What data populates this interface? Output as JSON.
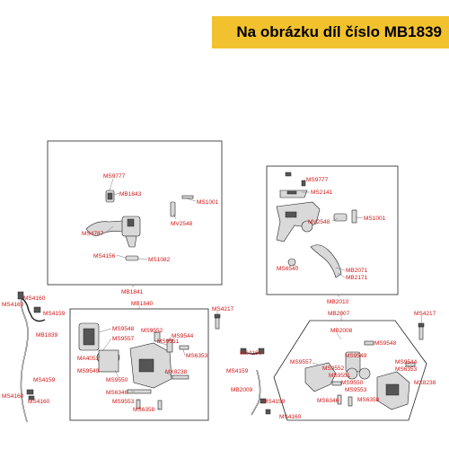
{
  "banner": {
    "text": "Na obrázku díl číslo MB1839",
    "color": "#f2c12e"
  },
  "label_color": "#d21414",
  "labels": {
    "MS9777_a": "MS9777",
    "MB1843": "MB1843",
    "MS1001_a": "MS1001",
    "MV2548_a": "MV2548",
    "MS4787": "MS4787",
    "MS4156": "MS4156",
    "MS1082": "MS1082",
    "MB1841": "MB1841",
    "MS9777_b": "MS9777",
    "MS2141": "MS2141",
    "MV2548_b": "MV2548",
    "MS1001_b": "MS1001",
    "MS6540": "MS6540",
    "MB2071": "MB2071",
    "MB2171": "MB2171",
    "MB2010": "MB2010",
    "MS4160_a": "MS4160",
    "MS4160_b": "MS4160",
    "MS4159_a": "MS4159",
    "MB1839": "MB1839",
    "MS4159_b": "MS4159",
    "MS4160_c": "MS4160",
    "MS4160_d": "MS4160",
    "MB1840": "MB1840",
    "MS9548_a": "MS9548",
    "MS9557_a": "MS9557",
    "MS9552_a": "MS9552",
    "MS9551_a": "MS9551",
    "MS9544_a": "MS9544",
    "MS6353_a": "MS6353",
    "MA4051": "MA4051",
    "MS9549_a": "MS9549",
    "MS9550_a": "MS9550",
    "MX8238_a": "MX8238",
    "MS6346_a": "MS6346",
    "MS9553_a": "MS9553",
    "MS6358_a": "MS6358",
    "MS4217_a": "MS4217",
    "MS4160_e": "MS4160",
    "MS4159_c": "MS4159",
    "MB2009": "MB2009",
    "MS4159_d": "MS4159",
    "MS4160_f": "MS4160",
    "MB2007": "MB2007",
    "MB2008": "MB2008",
    "MS9548_b": "MS9548",
    "MS9557_b": "MS9557",
    "MS9549_b": "MS9549",
    "MS9552_b": "MS9552",
    "MS9551_b": "MS9551",
    "MS9550_b": "MS9550",
    "MS9553_b": "MS9553",
    "MS9544_b": "MS9544",
    "MS6353_b": "MS6353",
    "MX8238_b": "MX8238",
    "MS6346_b": "MS6346",
    "MS6358_b": "MS6358",
    "MS4217_b": "MS4217"
  }
}
